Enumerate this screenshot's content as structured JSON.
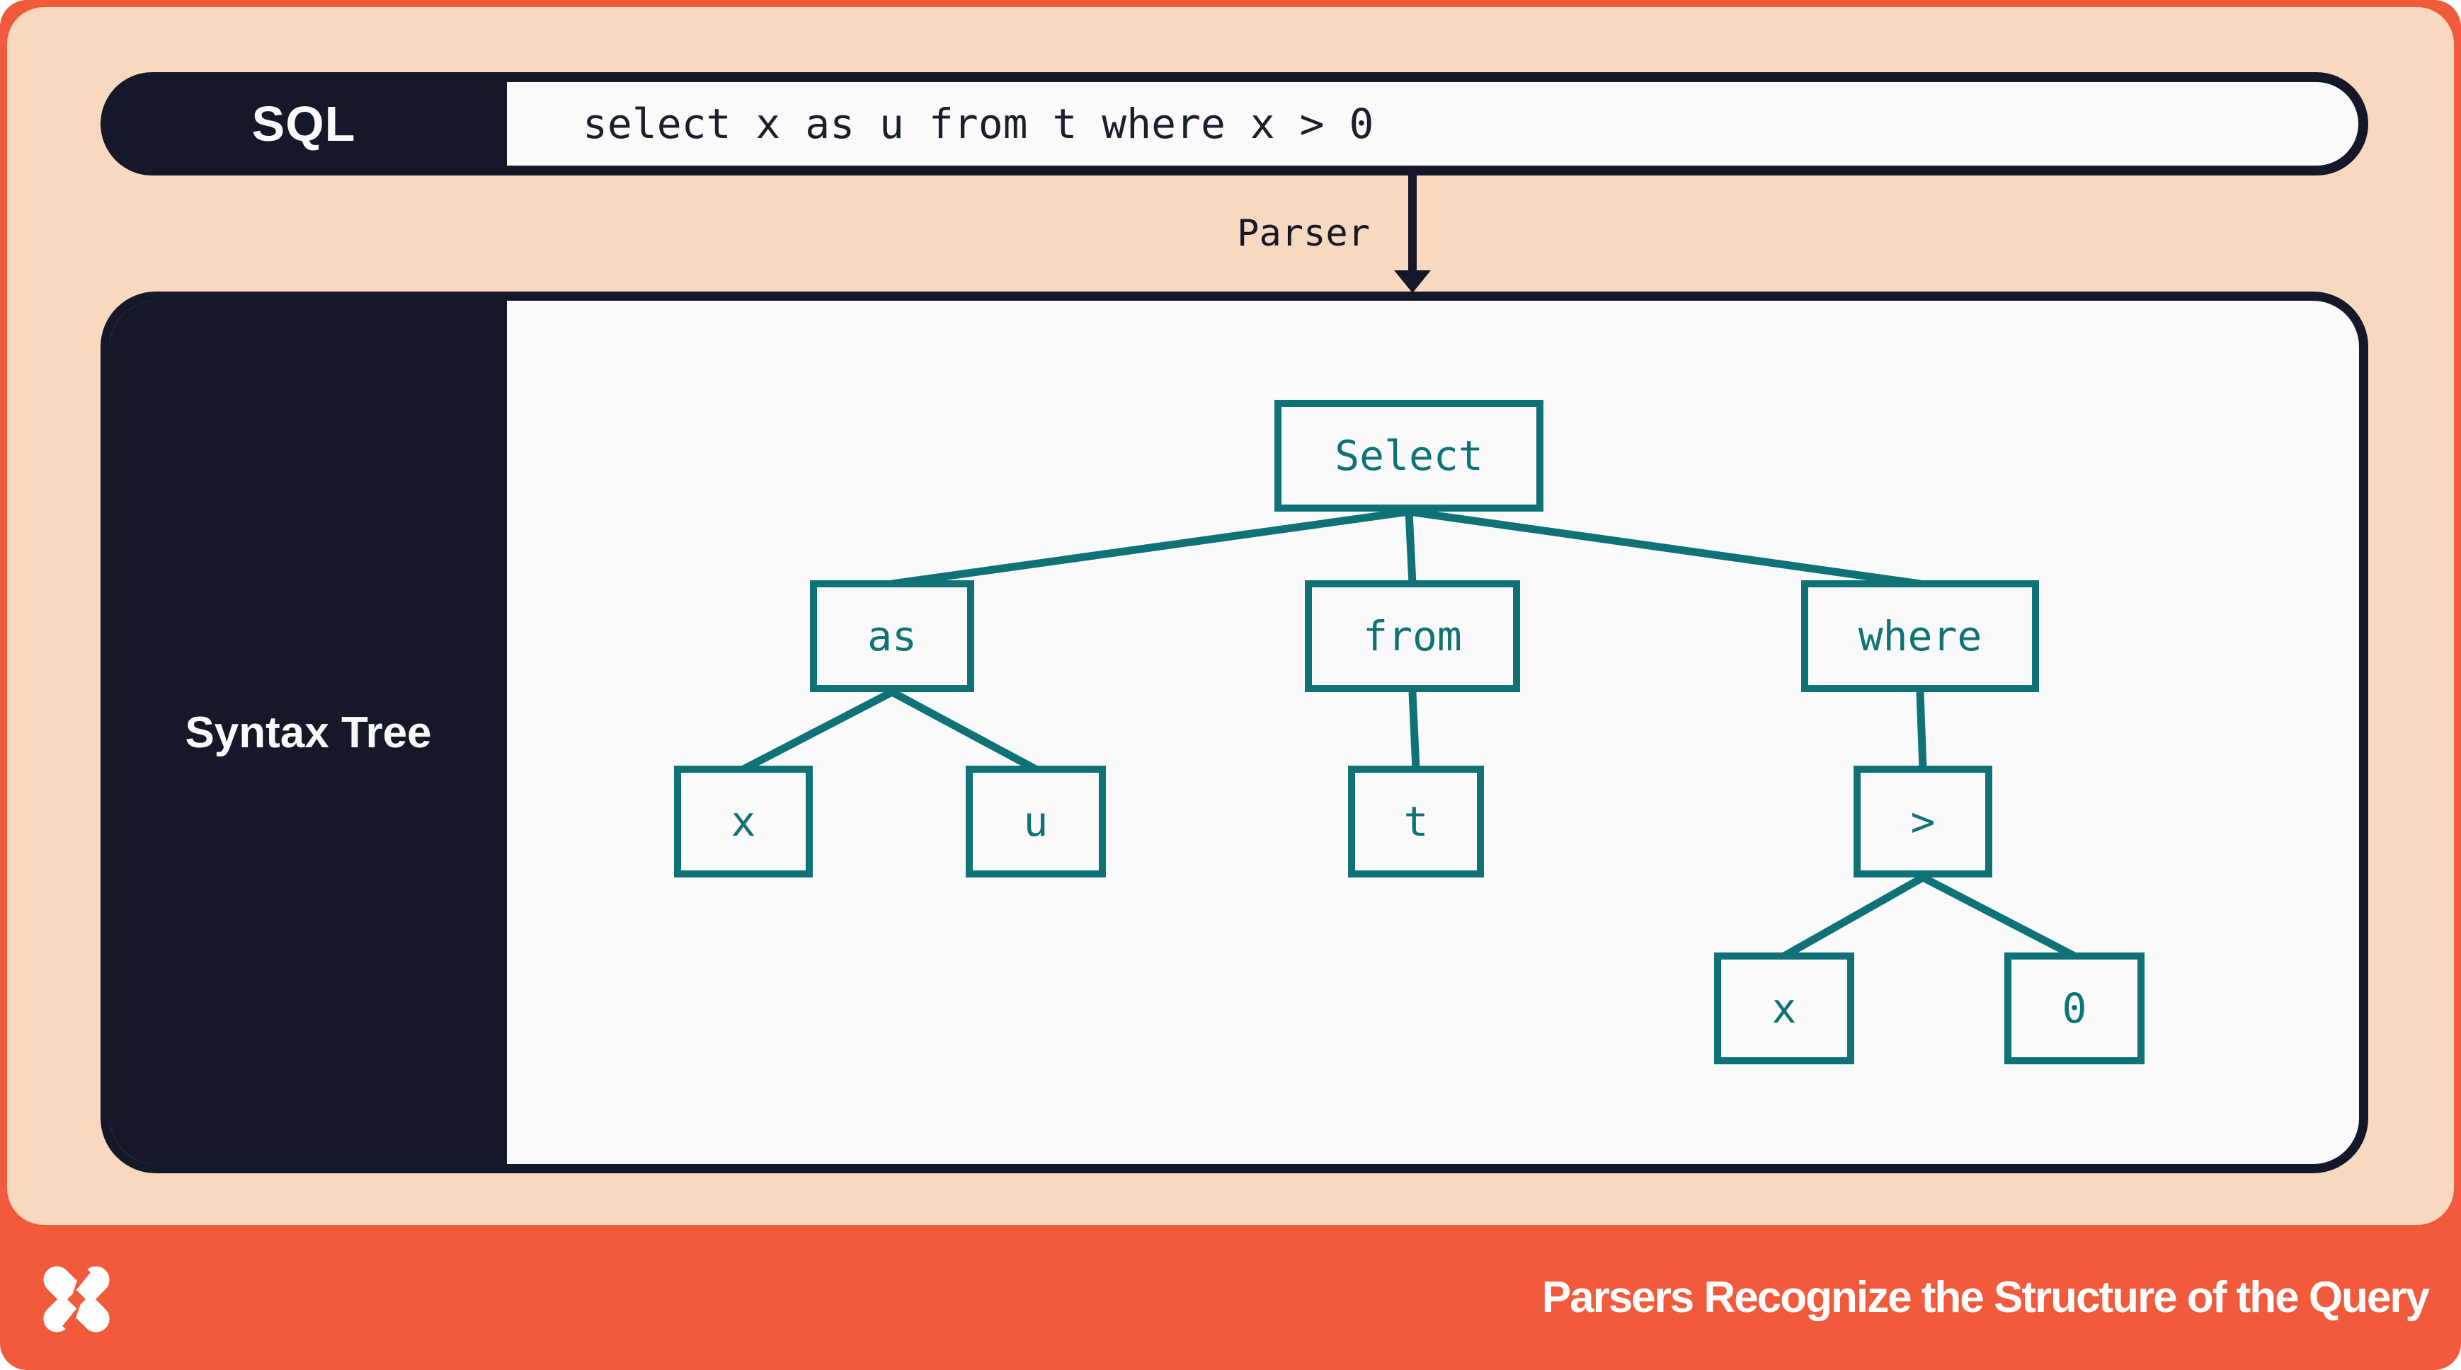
{
  "colors": {
    "orange": "#F25A3C",
    "peach": "#F8D8BF",
    "navy": "#141828",
    "teal": "#0E7276",
    "panel_white": "#FAFAFB"
  },
  "sql_bar": {
    "label": "SQL",
    "query": "select x as u from t where x > 0"
  },
  "parser": {
    "label": "Parser"
  },
  "syntax_panel": {
    "label": "Syntax Tree"
  },
  "tree": {
    "nodes": [
      {
        "id": "select",
        "label": "Select"
      },
      {
        "id": "as",
        "label": "as"
      },
      {
        "id": "from",
        "label": "from"
      },
      {
        "id": "where",
        "label": "where"
      },
      {
        "id": "x1",
        "label": "x"
      },
      {
        "id": "u",
        "label": "u"
      },
      {
        "id": "t",
        "label": "t"
      },
      {
        "id": "gt",
        "label": ">"
      },
      {
        "id": "x2",
        "label": "x"
      },
      {
        "id": "zero",
        "label": "0"
      }
    ],
    "edges": [
      [
        "select",
        "as"
      ],
      [
        "select",
        "from"
      ],
      [
        "select",
        "where"
      ],
      [
        "as",
        "x1"
      ],
      [
        "as",
        "u"
      ],
      [
        "from",
        "t"
      ],
      [
        "where",
        "gt"
      ],
      [
        "gt",
        "x2"
      ],
      [
        "gt",
        "zero"
      ]
    ]
  },
  "footer": {
    "title": "Parsers Recognize the Structure of the Query",
    "logo": "dolt-logo"
  }
}
